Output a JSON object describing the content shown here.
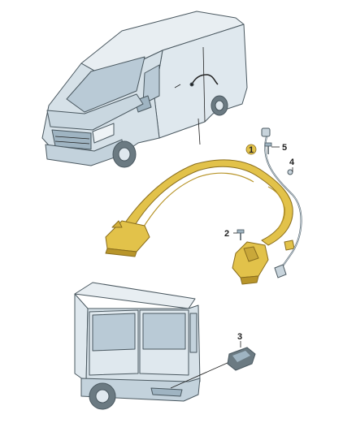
{
  "callouts": {
    "part1": "1",
    "part2": "2",
    "part3": "3",
    "part4": "4",
    "part5": "5"
  },
  "colors": {
    "vehicle_fill": "#dfe8ee",
    "vehicle_shade": "#c3d2dc",
    "vehicle_dark": "#9fb4c2",
    "outline": "#4a5860",
    "highlight_part": "#e2c24a",
    "highlight_part_dark": "#b8952a",
    "cable": "#c8d4dc",
    "callout_circle": "#e2c24a"
  },
  "icons": {
    "screw": "screw-icon",
    "cable_connector": "connector-icon",
    "rubber_cap": "cap-icon"
  }
}
